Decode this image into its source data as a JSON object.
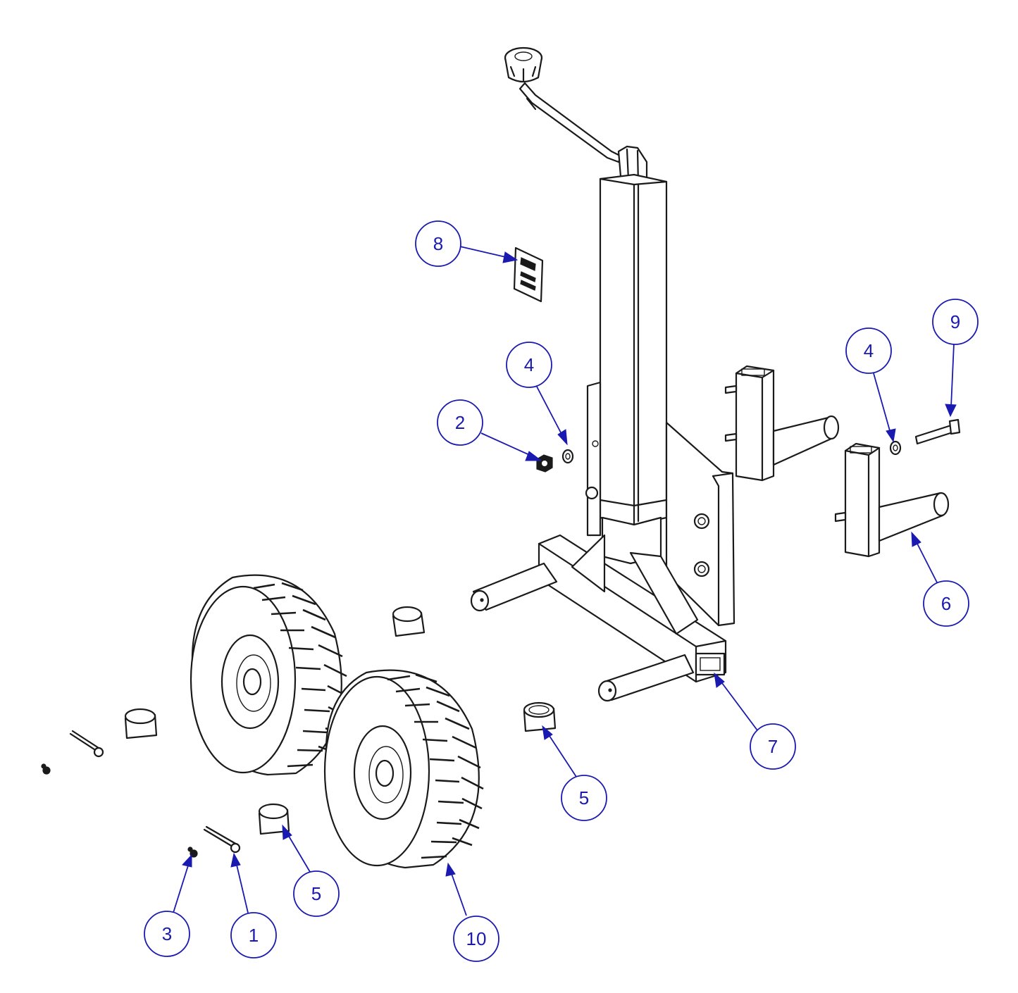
{
  "callouts": [
    {
      "id": "callout-8",
      "label": "8"
    },
    {
      "id": "callout-4a",
      "label": "4"
    },
    {
      "id": "callout-2",
      "label": "2"
    },
    {
      "id": "callout-4b",
      "label": "4"
    },
    {
      "id": "callout-9",
      "label": "9"
    },
    {
      "id": "callout-6",
      "label": "6"
    },
    {
      "id": "callout-7",
      "label": "7"
    },
    {
      "id": "callout-5a",
      "label": "5"
    },
    {
      "id": "callout-5b",
      "label": "5"
    },
    {
      "id": "callout-10",
      "label": "10"
    },
    {
      "id": "callout-3",
      "label": "3"
    },
    {
      "id": "callout-1",
      "label": "1"
    }
  ],
  "colors": {
    "callout": "#1a1ab0",
    "line": "#1a1a1a",
    "background": "#ffffff"
  }
}
